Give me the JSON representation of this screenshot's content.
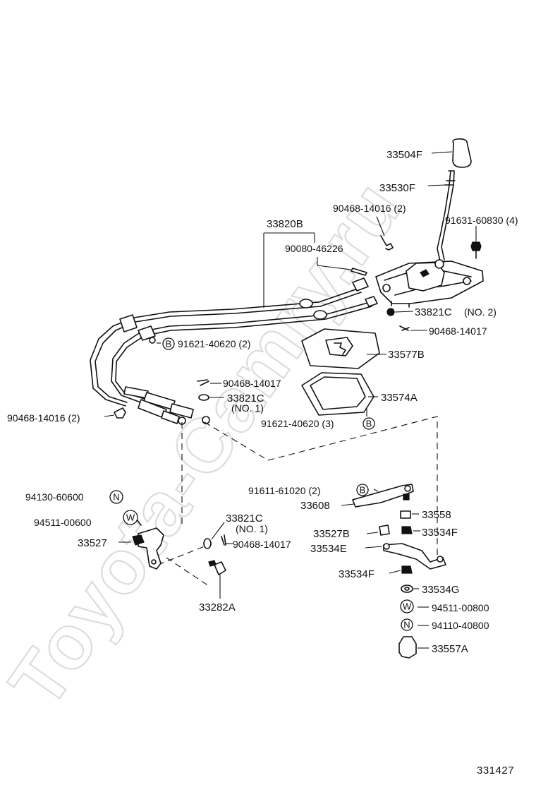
{
  "diagram": {
    "figure_number": "331427",
    "watermark": "Toyota-Camry.ru",
    "callouts": {
      "shift_knob": "33504F",
      "shift_lever": "33530F",
      "clip_top": "90468-14016 (2)",
      "bolt_top": "91631-60830 (4)",
      "cable_assembly": "33820B",
      "clamp": "90080-46226",
      "bushing_upper": "33821C",
      "bushing_upper_qty": "(NO. 2)",
      "pin_upper": "90468-14017",
      "bolt_cable_bracket": "91621-40620 (2)",
      "plate": "33577B",
      "pin_mid": "90468-14017",
      "bushing_mid": "33821C",
      "bushing_mid_qty": "(NO. 1)",
      "gasket": "33574A",
      "clip_left": "90468-14016 (2)",
      "bolt_gasket": "91621-40620 (3)",
      "nut_left": "94130-60600",
      "washer_left": "94511-00600",
      "lever_left": "33527",
      "bushing_lower": "33821C",
      "bushing_lower_qty": "(NO. 1)",
      "pin_lower": "90468-14017",
      "bolt_right_lever": "91611-61020 (2)",
      "lever_right": "33608",
      "cushion": "33558",
      "collar": "33527B",
      "bushing_right": "33534F",
      "bracket_right": "33534E",
      "bushing_right_lower": "33534F",
      "washer_right": "33534G",
      "washer_plain": "94511-00800",
      "nut_right": "94110-40800",
      "weight": "33557A",
      "pin_adjuster": "33282A"
    },
    "symbols": {
      "bolt_mark": "B",
      "nut_mark": "N",
      "washer_mark": "W"
    }
  }
}
